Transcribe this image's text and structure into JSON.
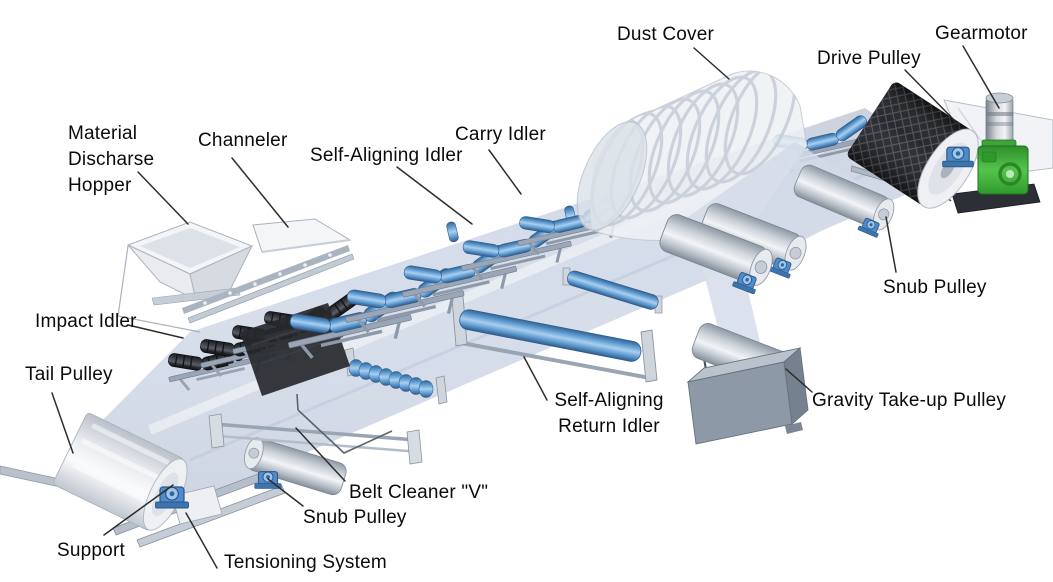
{
  "labels": {
    "dust_cover": "Dust Cover",
    "gearmotor": "Gearmotor",
    "drive_pulley": "Drive Pulley",
    "material_discharge_hopper": "Material Discharse Hopper",
    "channeler": "Channeler",
    "self_aligning_idler": "Self-Aligning Idler",
    "carry_idler": "Carry Idler",
    "snub_pulley_right": "Snub Pulley",
    "gravity_take_up_pulley": "Gravity Take-up Pulley",
    "impact_idler": "Impact Idler",
    "tail_pulley": "Tail Pulley",
    "self_aligning_return_idler": "Self-Aligning Return Idler",
    "belt_cleaner_v": "Belt Cleaner \"V\"",
    "snub_pulley_bottom": "Snub Pulley",
    "support": "Support",
    "tensioning_system": "Tensioning System"
  },
  "palette": {
    "roller_blue": "#5e9bd2",
    "frame_gray": "#9aa6b5",
    "belt_gray_blue": "#d6ddea",
    "black_component": "#17181b",
    "gearmotor_green": "#46b33e",
    "counterweight_gray": "#8e99a7",
    "label_text": "#0b0b0b",
    "leader_line": "#2d2d2d",
    "background": "#ffffff"
  }
}
